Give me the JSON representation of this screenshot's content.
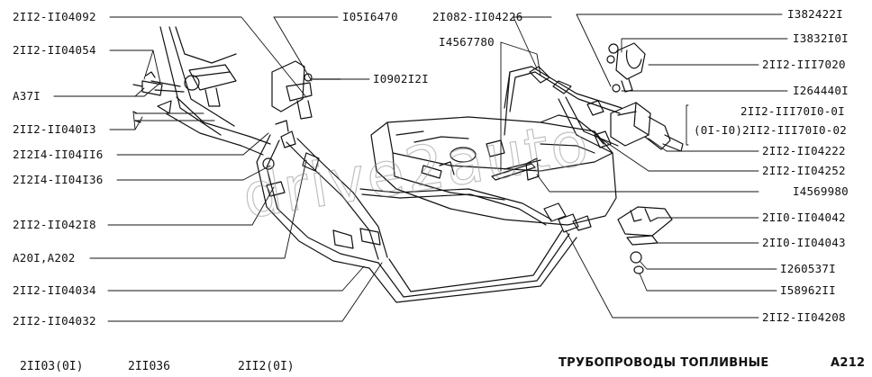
{
  "labels_left": [
    {
      "id": "l1",
      "text": "2II2-II04092"
    },
    {
      "id": "l2",
      "text": "2II2-II04054"
    },
    {
      "id": "l3",
      "text": "A37I"
    },
    {
      "id": "l4",
      "text": "2II2-II040I3"
    },
    {
      "id": "l5",
      "text": "2I2I4-II04II6"
    },
    {
      "id": "l6",
      "text": "2I2I4-II04I36"
    },
    {
      "id": "l7",
      "text": "2II2-II042I8"
    },
    {
      "id": "l8",
      "text": "A20I,A202"
    },
    {
      "id": "l9",
      "text": "2II2-II04034"
    },
    {
      "id": "l10",
      "text": "2II2-II04032"
    }
  ],
  "labels_center": [
    {
      "id": "c1",
      "text": "I05I6470"
    },
    {
      "id": "c2",
      "text": "I0902I2I"
    },
    {
      "id": "c3",
      "text": "2I082-II04226"
    },
    {
      "id": "c4",
      "text": "I4567780"
    }
  ],
  "labels_right": [
    {
      "id": "r1",
      "text": "I382422I"
    },
    {
      "id": "r2",
      "text": "I3832I0I"
    },
    {
      "id": "r3",
      "text": "2II2-III7020"
    },
    {
      "id": "r4",
      "text": "I264440I"
    },
    {
      "id": "r5",
      "text": "2II2-III70I0-0I"
    },
    {
      "id": "r6",
      "text": "(0I-I0)2II2-III70I0-02"
    },
    {
      "id": "r7",
      "text": "2II2-II04222"
    },
    {
      "id": "r8",
      "text": "2II2-II04252"
    },
    {
      "id": "r9",
      "text": "I4569980"
    },
    {
      "id": "r10",
      "text": "2II0-II04042"
    },
    {
      "id": "r11",
      "text": "2II0-II04043"
    },
    {
      "id": "r12",
      "text": "I260537I"
    },
    {
      "id": "r13",
      "text": "I58962II"
    },
    {
      "id": "r14",
      "text": "2II2-II04208"
    }
  ],
  "footer": {
    "models": [
      "2II03(0I)",
      "2II036",
      "2II2(0I)"
    ],
    "title": "ТРУБОПРОВОДЫ ТОПЛИВНЫЕ",
    "page_code": "A212"
  },
  "watermark": "drive2auto"
}
